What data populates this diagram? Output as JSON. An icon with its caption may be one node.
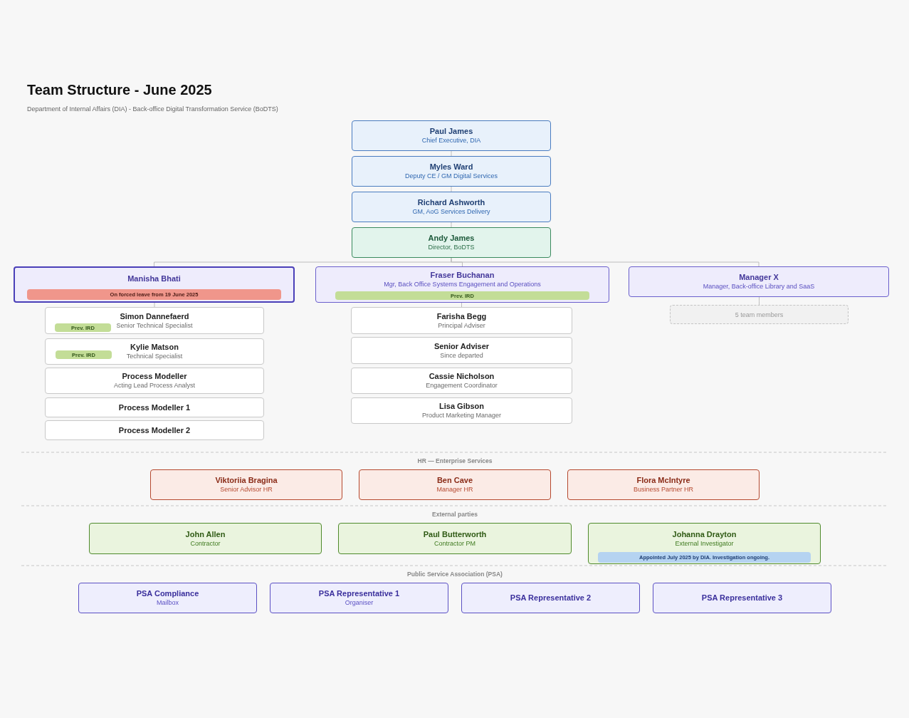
{
  "diagram": {
    "title": "Team Structure - June 2025",
    "nodes": [
      {
        "text": [
          "Paul James",
          "Chief Executive, DIA"
        ]
      },
      {
        "text": [
          "Myles Ward",
          "Deputy CE / GM Digital Services"
        ]
      },
      {
        "text": [
          "Richard Ashworth",
          "GM, AoG Services Delivery"
        ]
      },
      {
        "text": [
          "Andy James",
          "Director, BoDTS"
        ]
      },
      {
        "text": [
          "Manisha Bhati"
        ]
      },
      {
        "text": [
          "On forced leave from 19 June 2025"
        ],
        "in": 4
      },
      {
        "text": [
          "Fraser Buchanan",
          "Mgr, Back Office Systems Engagement and Operations"
        ]
      },
      {
        "text": [
          "Prev. IRD"
        ],
        "in": 6
      },
      {
        "text": [
          "Manager X",
          "Manager, Back-office Library and SaaS"
        ]
      },
      {
        "text": [
          "Simon Dannefaerd",
          "Senior Technical Specialist"
        ]
      },
      {
        "text": [
          "Prev. IRD"
        ],
        "in": 9
      },
      {
        "text": [
          "Kylie Matson",
          "Technical Specialist"
        ]
      },
      {
        "text": [
          "Prev. IRD"
        ],
        "in": 11
      },
      {
        "text": [
          "Process Modeller",
          "Acting Lead Process Analyst"
        ]
      },
      {
        "text": [
          "Process Modeller 1"
        ]
      },
      {
        "text": [
          "Process Modeller 2"
        ]
      },
      {
        "text": [
          "Farisha Begg",
          "Principal Adviser"
        ]
      },
      {
        "text": [
          "Senior Adviser",
          "Since departed"
        ]
      },
      {
        "text": [
          "Cassie Nicholson",
          "Engagement Coordinator"
        ]
      },
      {
        "text": [
          "Lisa Gibson",
          "Product Marketing Manager"
        ]
      },
      {
        "text": [
          "5 team members"
        ]
      },
      {
        "text": [
          "Viktoriia Bragina",
          "Senior Advisor HR"
        ]
      },
      {
        "text": [
          "Ben Cave",
          "Manager HR"
        ]
      },
      {
        "text": [
          "Flora McIntyre",
          "Business Partner HR"
        ]
      },
      {
        "text": [
          "John Allen",
          "Contractor"
        ]
      },
      {
        "text": [
          "Paul Butterworth",
          "Contractor PM"
        ]
      },
      {
        "text": [
          "Johanna Drayton",
          "External Investigator"
        ]
      },
      {
        "text": [
          "Appointed July 2025 by DIA. Investigation ongoing."
        ],
        "in": 26
      },
      {
        "text": [
          "PSA Compliance",
          "Mailbox"
        ]
      },
      {
        "text": [
          "PSA Representative 1",
          "Organiser"
        ]
      },
      {
        "text": [
          "PSA Representative 2"
        ]
      },
      {
        "text": [
          "PSA Representative 3"
        ]
      }
    ],
    "edges": [
      {
        "from": 0,
        "to": 1,
        "arrow": "none"
      },
      {
        "from": 1,
        "to": 2,
        "arrow": "none"
      },
      {
        "from": 2,
        "to": 3,
        "arrow": "none"
      },
      {
        "from": 3,
        "to": 4,
        "arrow": "none"
      },
      {
        "from": 3,
        "to": 6,
        "arrow": "none"
      },
      {
        "from": 3,
        "to": 8,
        "arrow": "none"
      },
      {
        "from": 4,
        "to": 9,
        "arrow": "none"
      },
      {
        "from": 6,
        "to": 16,
        "arrow": "none"
      },
      {
        "from": 8,
        "to": 20,
        "arrow": "none"
      }
    ],
    "labels": [
      "Department of Internal Affairs (DIA) - Back-office Digital Transformation Service (BoDTS)",
      "HR — Enterprise Services",
      "External parties",
      "Public Service Association (PSA)"
    ]
  }
}
